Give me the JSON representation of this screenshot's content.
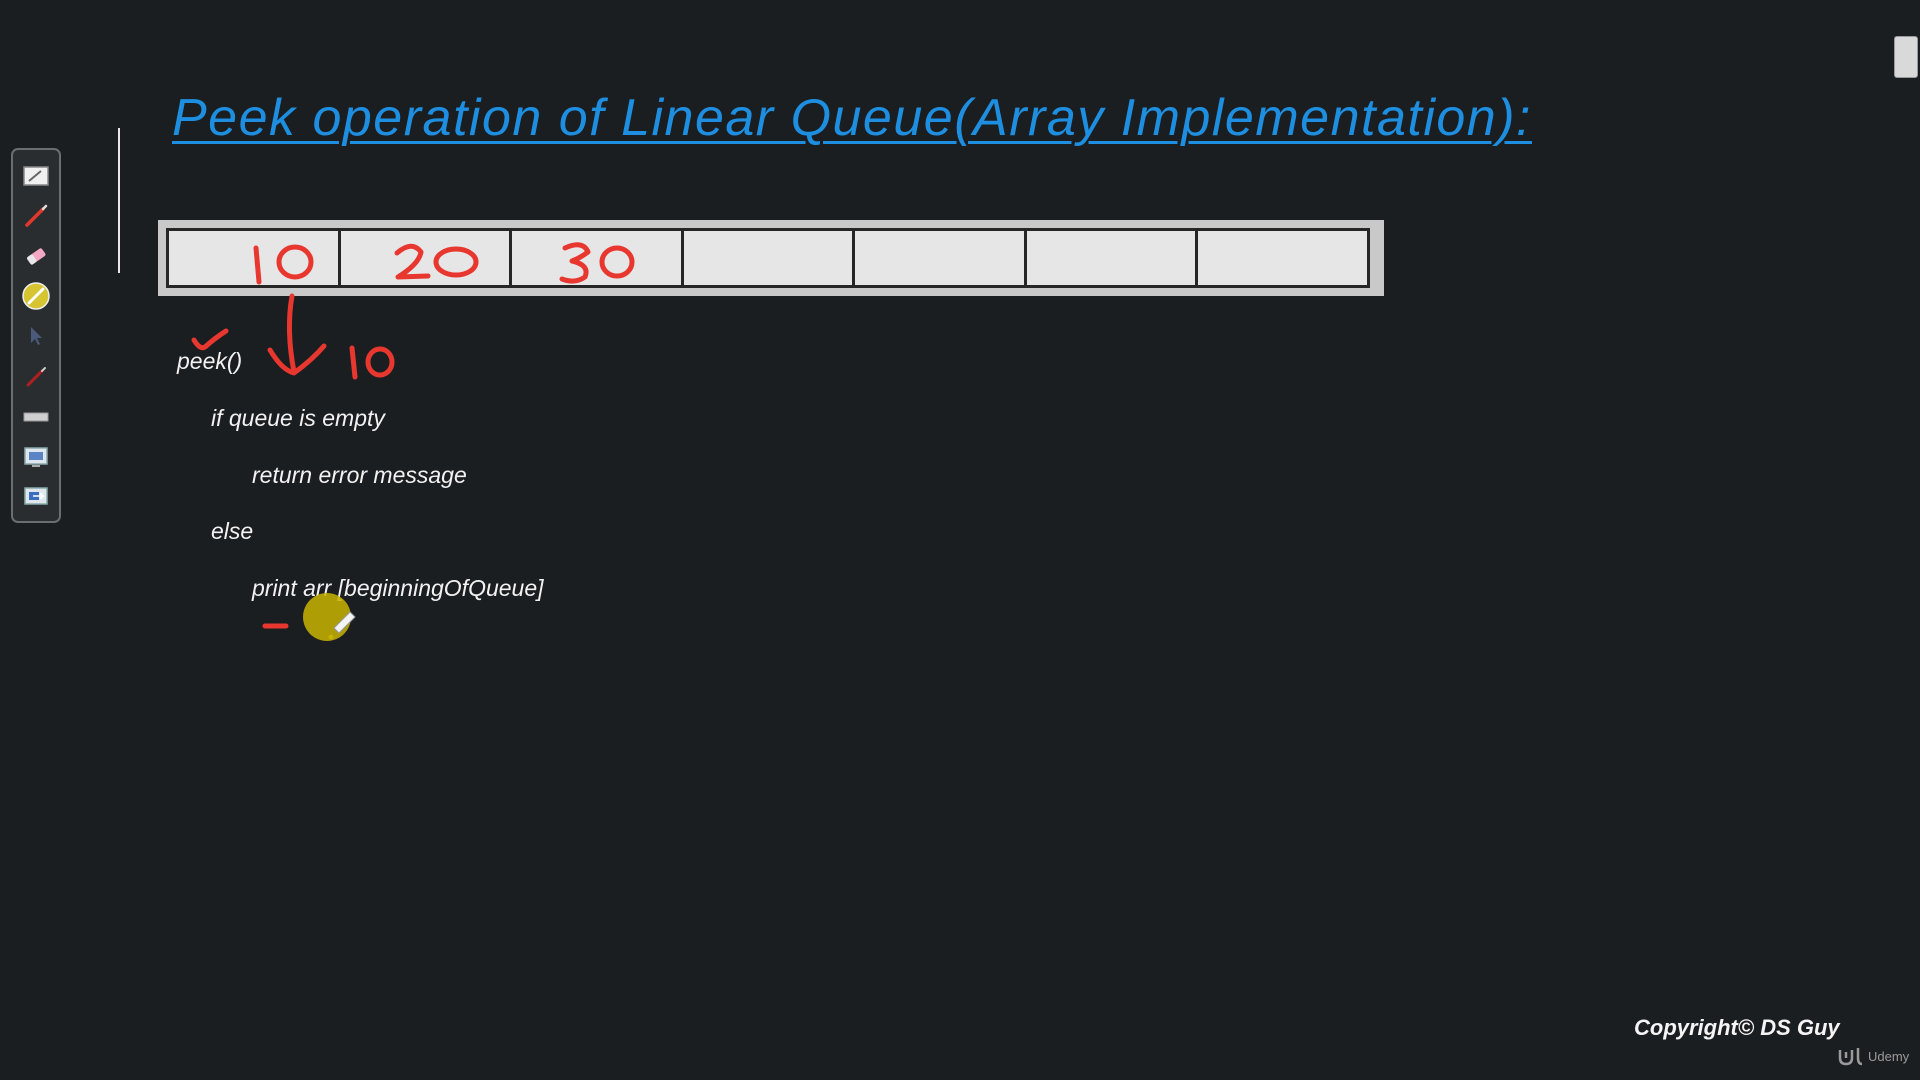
{
  "title": "Peek operation of Linear Queue(Array Implementation):",
  "array": {
    "cells": [
      "10",
      "20",
      "30",
      "",
      "",
      "",
      ""
    ]
  },
  "pseudocode": {
    "line1": "peek()",
    "line2": "if queue is empty",
    "line3": "return error message",
    "line4": "else",
    "line5": "print arr [beginningOfQueue]"
  },
  "annotations": {
    "result": "10"
  },
  "toolbar": {
    "tools": [
      "whiteboard-icon",
      "pen-icon",
      "eraser-icon",
      "highlighter-icon",
      "pointer-icon",
      "marker-icon",
      "ruler-icon",
      "screen-capture-icon",
      "screen-record-icon"
    ]
  },
  "footer": {
    "copyright": "Copyright© DS Guy",
    "brand": "Udemy"
  },
  "colors": {
    "background": "#1b1e21",
    "title": "#1e8fe0",
    "ink": "#e8372f",
    "cursor": "#c8b400"
  }
}
